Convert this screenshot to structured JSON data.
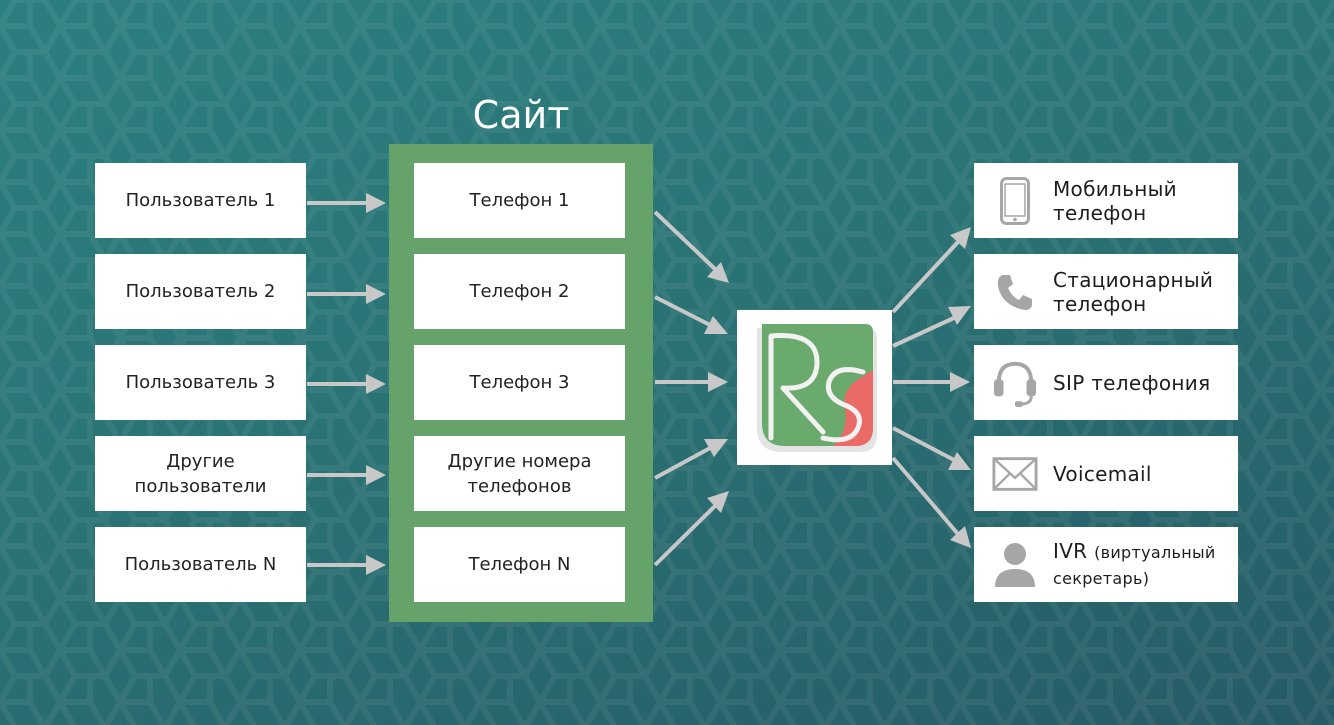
{
  "site": {
    "title": "Сайт"
  },
  "users": [
    {
      "label": "Пользователь 1"
    },
    {
      "label": "Пользователь 2"
    },
    {
      "label": "Пользователь 3"
    },
    {
      "label": "Другие\nпользователи"
    },
    {
      "label": "Пользователь N"
    }
  ],
  "phones": [
    {
      "label": "Телефон 1"
    },
    {
      "label": "Телефон 2"
    },
    {
      "label": "Телефон 3"
    },
    {
      "label": "Другие номера\nтелефонов"
    },
    {
      "label": "Телефон N"
    }
  ],
  "logo": {
    "letters": "RS",
    "green": "#6aaa6c",
    "red": "#e96a66"
  },
  "destinations": [
    {
      "label": "Мобильный\nтелефон",
      "icon": "mobile-phone-icon"
    },
    {
      "label": "Стационарный\nтелефон",
      "icon": "landline-phone-icon"
    },
    {
      "label": "SIP телефония",
      "icon": "headset-icon"
    },
    {
      "label": "Voicemail",
      "icon": "envelope-icon"
    },
    {
      "label": "IVR",
      "label_small": "(виртуальный\nсекретарь)",
      "icon": "person-icon"
    }
  ],
  "colors": {
    "site_green": "#66a36b",
    "arrow": "#c8c8c8",
    "icon_gray": "#a6a6a6",
    "background": "#2a7375"
  }
}
